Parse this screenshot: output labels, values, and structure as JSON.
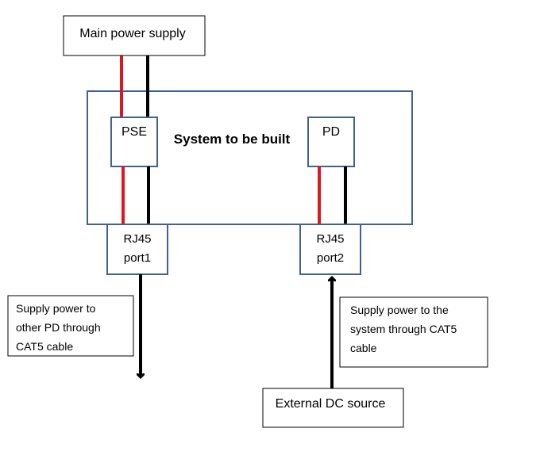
{
  "main_supply": {
    "label": "Main power supply"
  },
  "system": {
    "label": "System to be built"
  },
  "pse": {
    "label": "PSE"
  },
  "pd": {
    "label": "PD"
  },
  "port1": {
    "line1": "RJ45",
    "line2": "port1"
  },
  "port2": {
    "line1": "RJ45",
    "line2": "port2"
  },
  "note_left": {
    "line1": "Supply power to",
    "line2": "other PD through",
    "line3": "CAT5 cable"
  },
  "note_right": {
    "line1": "Supply power to the",
    "line2": "system through CAT5",
    "line3": "cable"
  },
  "external_source": {
    "label": "External DC source"
  },
  "colors": {
    "box_border_blue": "#41628f",
    "positive_wire": "#e3141e",
    "negative_wire": "#000000"
  }
}
